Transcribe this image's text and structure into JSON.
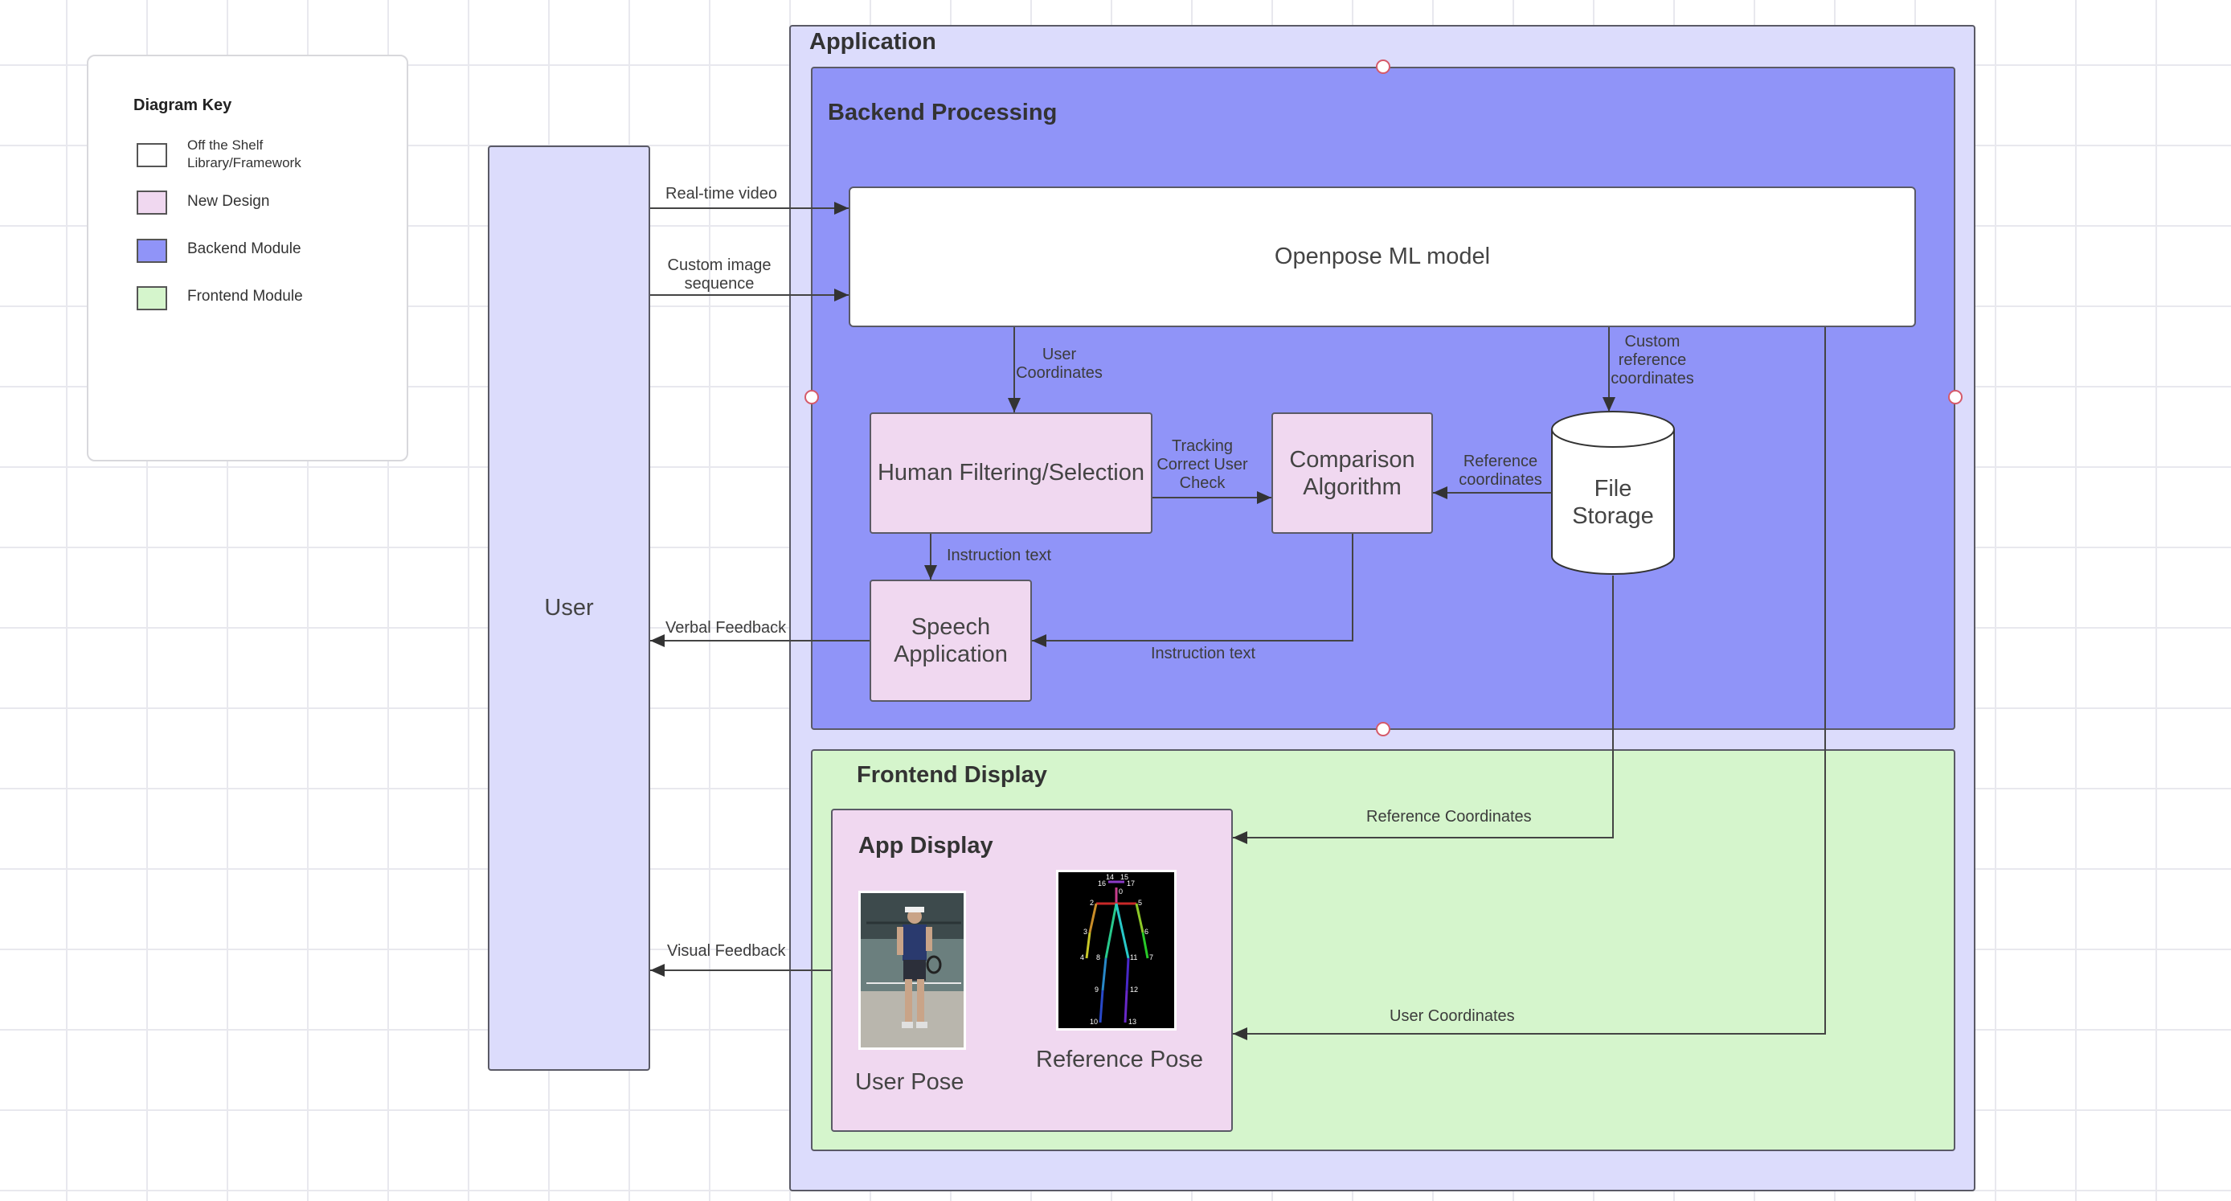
{
  "key": {
    "title": "Diagram Key",
    "items": [
      {
        "label": "Off the Shelf\nLibrary/Framework",
        "color": "#ffffff"
      },
      {
        "label": "New Design",
        "color": "#f0d8f0"
      },
      {
        "label": "Backend Module",
        "color": "#9094f8"
      },
      {
        "label": "Frontend Module",
        "color": "#d5f5cc"
      }
    ]
  },
  "user": {
    "label": "User"
  },
  "application": {
    "title": "Application"
  },
  "backend": {
    "title": "Backend Processing",
    "openpose": "Openpose ML model",
    "human_filter": "Human Filtering/Selection",
    "comparison": "Comparison\nAlgorithm",
    "speech": "Speech\nApplication",
    "file_storage": "File\nStorage"
  },
  "frontend": {
    "title": "Frontend Display",
    "app_display": "App Display",
    "user_pose": "User Pose",
    "reference_pose": "Reference Pose"
  },
  "edges": {
    "realtime_video": "Real-time video",
    "custom_image": "Custom image\nsequence",
    "user_coordinates_1": "User\nCoordinates",
    "custom_reference": "Custom\nreference\ncoordinates",
    "tracking": "Tracking\nCorrect User\nCheck",
    "reference_coords": "Reference\ncoordinates",
    "instruction_text_1": "Instruction text",
    "instruction_text_2": "Instruction text",
    "verbal_feedback": "Verbal Feedback",
    "reference_coordinates": "Reference Coordinates",
    "visual_feedback": "Visual Feedback",
    "user_coordinates_2": "User Coordinates"
  },
  "skeleton_labels": [
    "14",
    "15",
    "16",
    "17",
    "0",
    "2",
    "5",
    "3",
    "6",
    "4",
    "7",
    "8",
    "11",
    "9",
    "12",
    "10",
    "13"
  ],
  "colors": {
    "application": "#dcdcfc",
    "backend": "#9094f8",
    "frontend": "#d5f5cc",
    "new_design": "#f0d8f0",
    "library": "#ffffff"
  }
}
